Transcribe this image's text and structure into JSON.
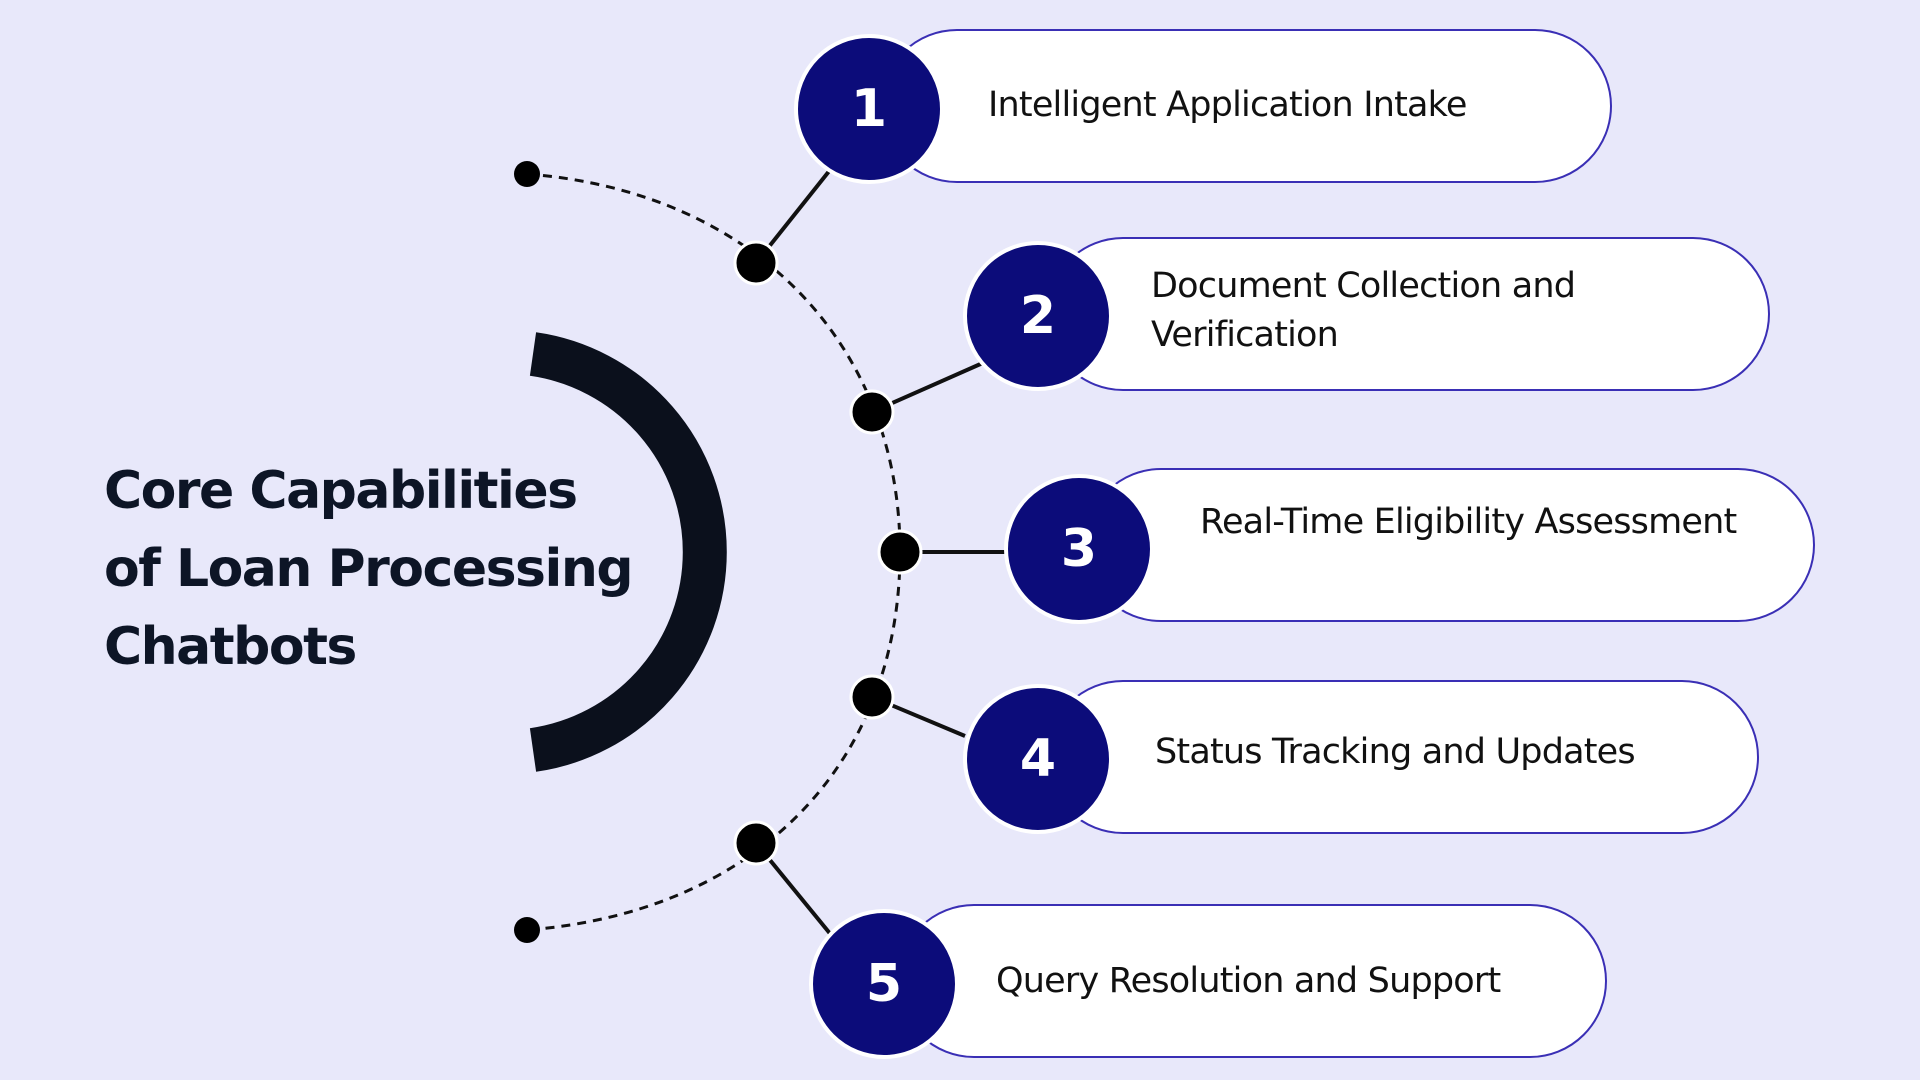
{
  "title": {
    "line1": "Core Capabilities",
    "line2": "of Loan Processing",
    "line3": "Chatbots"
  },
  "items": [
    {
      "number": "1",
      "label": "Intelligent Application Intake"
    },
    {
      "number": "2",
      "label_line1": "Document Collection and",
      "label_line2": "Verification"
    },
    {
      "number": "3",
      "label": "Real-Time Eligibility Assessment"
    },
    {
      "number": "4",
      "label": "Status Tracking and Updates"
    },
    {
      "number": "5",
      "label": "Query Resolution and Support"
    }
  ],
  "colors": {
    "background": "#e8e8fa",
    "badge": "#0c0c7a",
    "pill_border": "#3a2fb5",
    "arc": "#0b101c"
  }
}
